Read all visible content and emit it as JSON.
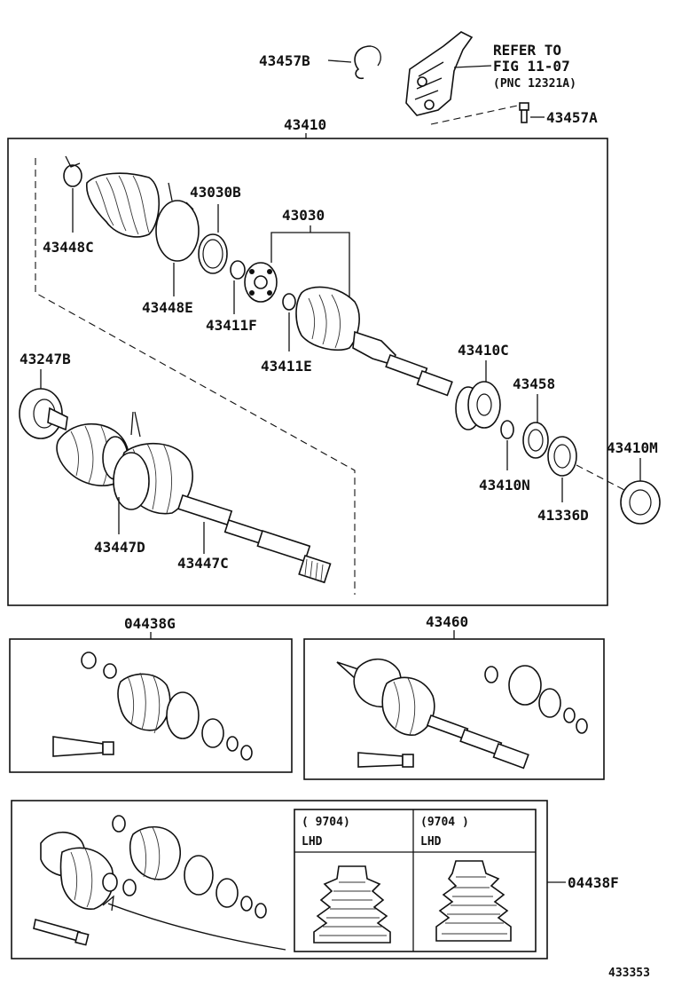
{
  "labels": {
    "p43457b": "43457B",
    "refer_line1": "REFER TO",
    "refer_line2": "FIG 11-07",
    "refer_line3": "(PNC 12321A)",
    "p43457a": "43457A",
    "p43410": "43410",
    "p43030b": "43030B",
    "p43448c": "43448C",
    "p43030": "43030",
    "p43448e": "43448E",
    "p43411f": "43411F",
    "p43411e": "43411E",
    "p43247b": "43247B",
    "p43410c": "43410C",
    "p43458": "43458",
    "p43410m": "43410M",
    "p43410n": "43410N",
    "p41336d": "41336D",
    "p43447d": "43447D",
    "p43447c": "43447C",
    "p04438g": "04438G",
    "p43460": "43460",
    "p04438f": "04438F",
    "col1_range": "(      9704)",
    "col1_side": "LHD",
    "col2_range": "(9704      )",
    "col2_side": "LHD",
    "figure_number": "433353"
  },
  "icons": [
    "cv-boot",
    "boot-clamp",
    "snap-ring",
    "grease-tube",
    "bearing",
    "oil-seal",
    "drive-shaft",
    "bracket",
    "bolt"
  ]
}
